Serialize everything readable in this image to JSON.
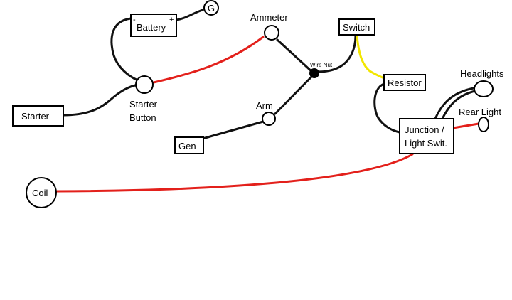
{
  "components": {
    "battery": "Battery",
    "battery_neg": "-",
    "battery_pos": "+",
    "ground": "G",
    "ammeter": "Ammeter",
    "switch": "Switch",
    "wire_nut": "Wire Nut",
    "resistor": "Resistor",
    "headlights": "Headlights",
    "rear_light": "Rear Light",
    "starter": "Starter",
    "starter_button_line1": "Starter",
    "starter_button_line2": "Button",
    "arm": "Arm",
    "gen": "Gen",
    "junction_line1": "Junction /",
    "junction_line2": "Light Swit.",
    "coil": "Coil"
  },
  "colors": {
    "wire_black": "#111111",
    "wire_red": "#e3201b",
    "wire_yellow": "#f2e600"
  }
}
